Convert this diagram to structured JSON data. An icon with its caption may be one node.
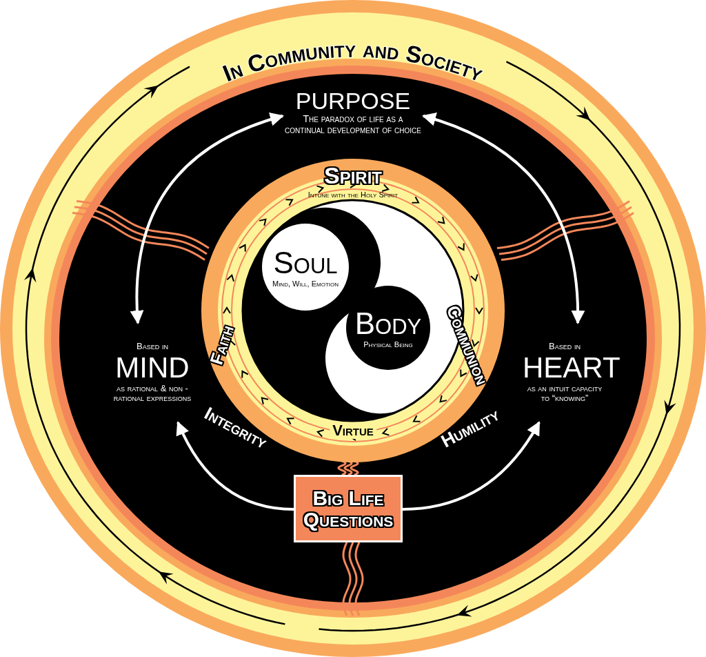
{
  "diagram": {
    "nodes": [
      {
        "text": [
          "In Community and Society"
        ]
      },
      {
        "text": [
          "PURPOSE",
          "The paradox of life as a continual development of choice"
        ],
        "in": 0
      },
      {
        "text": [
          "Based in",
          "MIND",
          "as rational & non -rational expressions"
        ],
        "in": 0
      },
      {
        "text": [
          "Based in",
          "HEART",
          "as an intuit capacity to “knowing”"
        ],
        "in": 0
      },
      {
        "text": [
          "Big Life Questions"
        ],
        "in": 0
      },
      {
        "text": [
          "Spirit",
          "Intune with the Holy Spirit"
        ],
        "in": 0
      },
      {
        "text": [
          "Soul",
          "Mind, Will, Emotion"
        ],
        "in": 5
      },
      {
        "text": [
          "Body",
          "Physical Being"
        ],
        "in": 5
      }
    ],
    "edges": [
      {
        "from": 1,
        "to": 2,
        "arrow": "both"
      },
      {
        "from": 1,
        "to": 3,
        "arrow": "both"
      },
      {
        "from": 4,
        "to": 2,
        "arrow": "to"
      },
      {
        "from": 4,
        "to": 3,
        "arrow": "to"
      },
      {
        "from": 4,
        "to": 5,
        "arrow": "none",
        "color": "#f4875a"
      }
    ],
    "labels": [
      "Faith",
      "Communion",
      "Integrity",
      "Virtue",
      "Humility"
    ]
  }
}
